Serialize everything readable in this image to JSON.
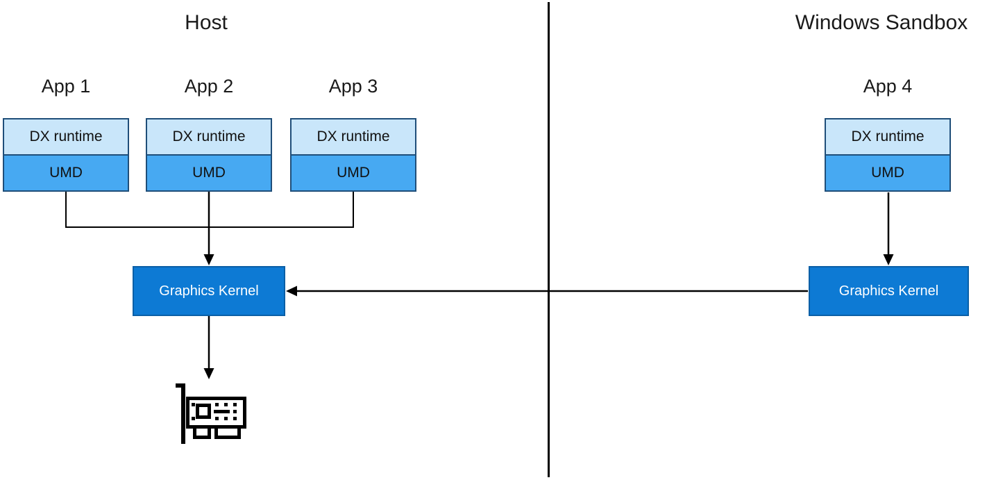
{
  "host": {
    "title": "Host",
    "apps": [
      {
        "label": "App 1",
        "layers": [
          "DX runtime",
          "UMD"
        ]
      },
      {
        "label": "App 2",
        "layers": [
          "DX runtime",
          "UMD"
        ]
      },
      {
        "label": "App 3",
        "layers": [
          "DX runtime",
          "UMD"
        ]
      }
    ],
    "kernel_label": "Graphics Kernel"
  },
  "sandbox": {
    "title": "Windows Sandbox",
    "apps": [
      {
        "label": "App 4",
        "layers": [
          "DX runtime",
          "UMD"
        ]
      }
    ],
    "kernel_label": "Graphics Kernel"
  },
  "icons": {
    "gpu": "gpu-card-icon"
  },
  "colors": {
    "dx_runtime_fill": "#C9E6FA",
    "umd_fill": "#47A9F2",
    "app_box_border": "#1F4E79",
    "kernel_fill": "#0D7AD4",
    "kernel_border": "#0A5FA6",
    "connector": "#000000"
  }
}
